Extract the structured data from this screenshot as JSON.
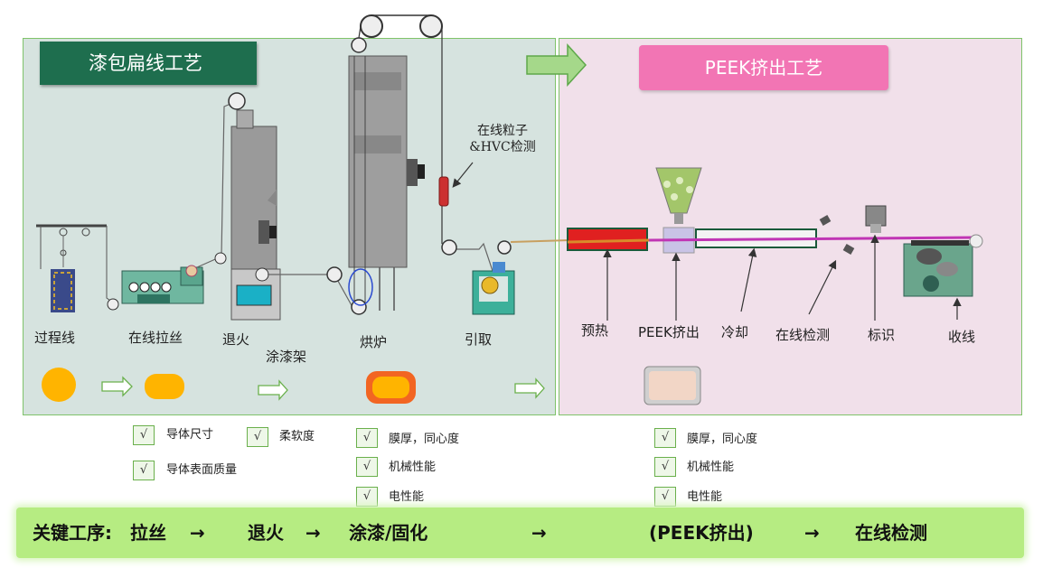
{
  "left_panel": {
    "title": "漆包扁线工艺"
  },
  "right_panel": {
    "title": "PEEK挤出工艺"
  },
  "left_labels": {
    "process_wire": "过程线",
    "drawing": "在线拉丝",
    "annealing": "退火",
    "coating_rack": "涂漆架",
    "oven": "烘炉",
    "traction": "引取",
    "inspection": "在线粒子&HVC检测"
  },
  "right_labels": {
    "preheat": "预热",
    "extrusion": "PEEK挤出",
    "cooling": "冷却",
    "online_detection": "在线检测",
    "marking": "标识",
    "winding": "收线"
  },
  "checks": {
    "mark": "√",
    "conductor_size": "导体尺寸",
    "conductor_surface": "导体表面质量",
    "softness": "柔软度",
    "film_thickness_left": "膜厚，同心度",
    "mechanical_left": "机械性能",
    "electrical_left": "电性能",
    "film_thickness_right": "膜厚，同心度",
    "mechanical_right": "机械性能",
    "electrical_right": "电性能"
  },
  "key_process": {
    "label": "关键工序:",
    "step1": "拉丝",
    "step2": "退火",
    "step3": "涂漆/固化",
    "step4": "(PEEK挤出)",
    "step5": "在线检测",
    "arrow": "→"
  },
  "colors": {
    "left_bg": "#d6e3df",
    "right_bg": "#f1e0ea",
    "left_title_bg": "#1e6e4e",
    "right_title_bg": "#f275b4",
    "border": "#7fc36a",
    "key_bar": "#b6ec82",
    "wire_round": "#ffb400",
    "wire_coat": "#f26522"
  }
}
